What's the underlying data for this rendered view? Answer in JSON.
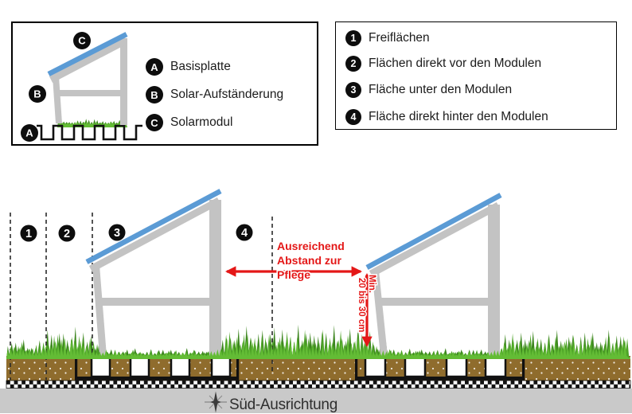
{
  "legend_structure": {
    "markers": {
      "a": "A",
      "b": "B",
      "c": "C"
    },
    "items": [
      {
        "marker": "A",
        "label": "Basisplatte"
      },
      {
        "marker": "B",
        "label": "Solar-Aufständerung"
      },
      {
        "marker": "C",
        "label": "Solarmodul"
      }
    ]
  },
  "legend_zones": {
    "items": [
      {
        "marker": "1",
        "label": "Freiflächen"
      },
      {
        "marker": "2",
        "label": "Flächen direkt vor den Modulen"
      },
      {
        "marker": "3",
        "label": "Fläche unter den Modulen"
      },
      {
        "marker": "4",
        "label": "Fläche direkt hinter den Modulen"
      }
    ]
  },
  "diagram": {
    "zone_markers": {
      "z1": "1",
      "z2": "2",
      "z3": "3",
      "z4": "4"
    },
    "maintenance_note": {
      "line1": "Ausreichend",
      "line2": "Abstand zur",
      "line3": "Pflege"
    },
    "height_note": {
      "label": "Min.",
      "value": "20 bis 30 cm"
    },
    "orientation_label": "Süd-Ausrichtung"
  },
  "colors": {
    "module-blue": "#5b9bd5",
    "frame-gray": "#c3c3c3",
    "annotation-red": "#e41717",
    "soil-brown": "#8f6c2d",
    "grass-dark": "#3a841c",
    "grass-mid": "#4da327",
    "grass-light": "#63bc35",
    "footer-gray": "#c9c9c9"
  }
}
